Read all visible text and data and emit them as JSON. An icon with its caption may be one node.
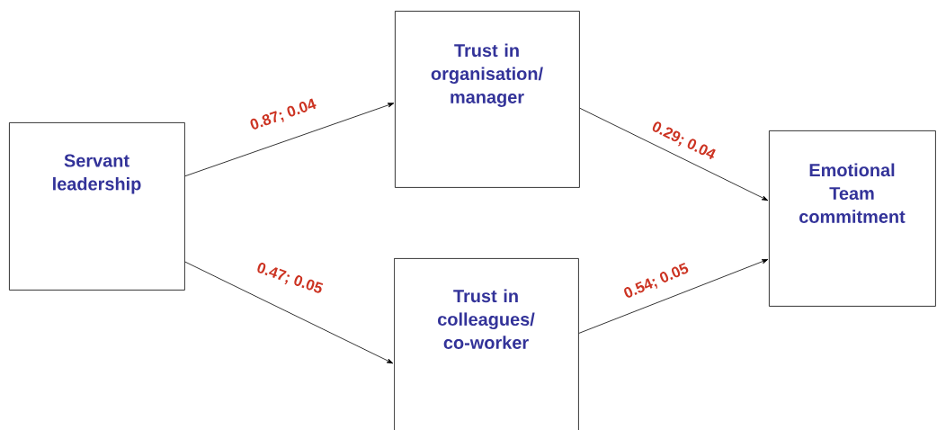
{
  "diagram": {
    "nodes": [
      {
        "text": [
          "Servant leadership"
        ]
      },
      {
        "text": [
          "Trust in organisation/ manager"
        ]
      },
      {
        "text": [
          "Trust in colleagues/ co-worker"
        ]
      },
      {
        "text": [
          "Emotional Team commitment"
        ]
      }
    ],
    "edges": [
      {
        "from": 0,
        "to": 1,
        "arrow": "to",
        "label": "0.87; 0.04"
      },
      {
        "from": 0,
        "to": 2,
        "arrow": "to",
        "label": "0.47; 0.05"
      },
      {
        "from": 1,
        "to": 3,
        "arrow": "to",
        "label": "0.29; 0.04"
      },
      {
        "from": 2,
        "to": 3,
        "arrow": "to",
        "label": "0.54; 0.05"
      }
    ]
  }
}
